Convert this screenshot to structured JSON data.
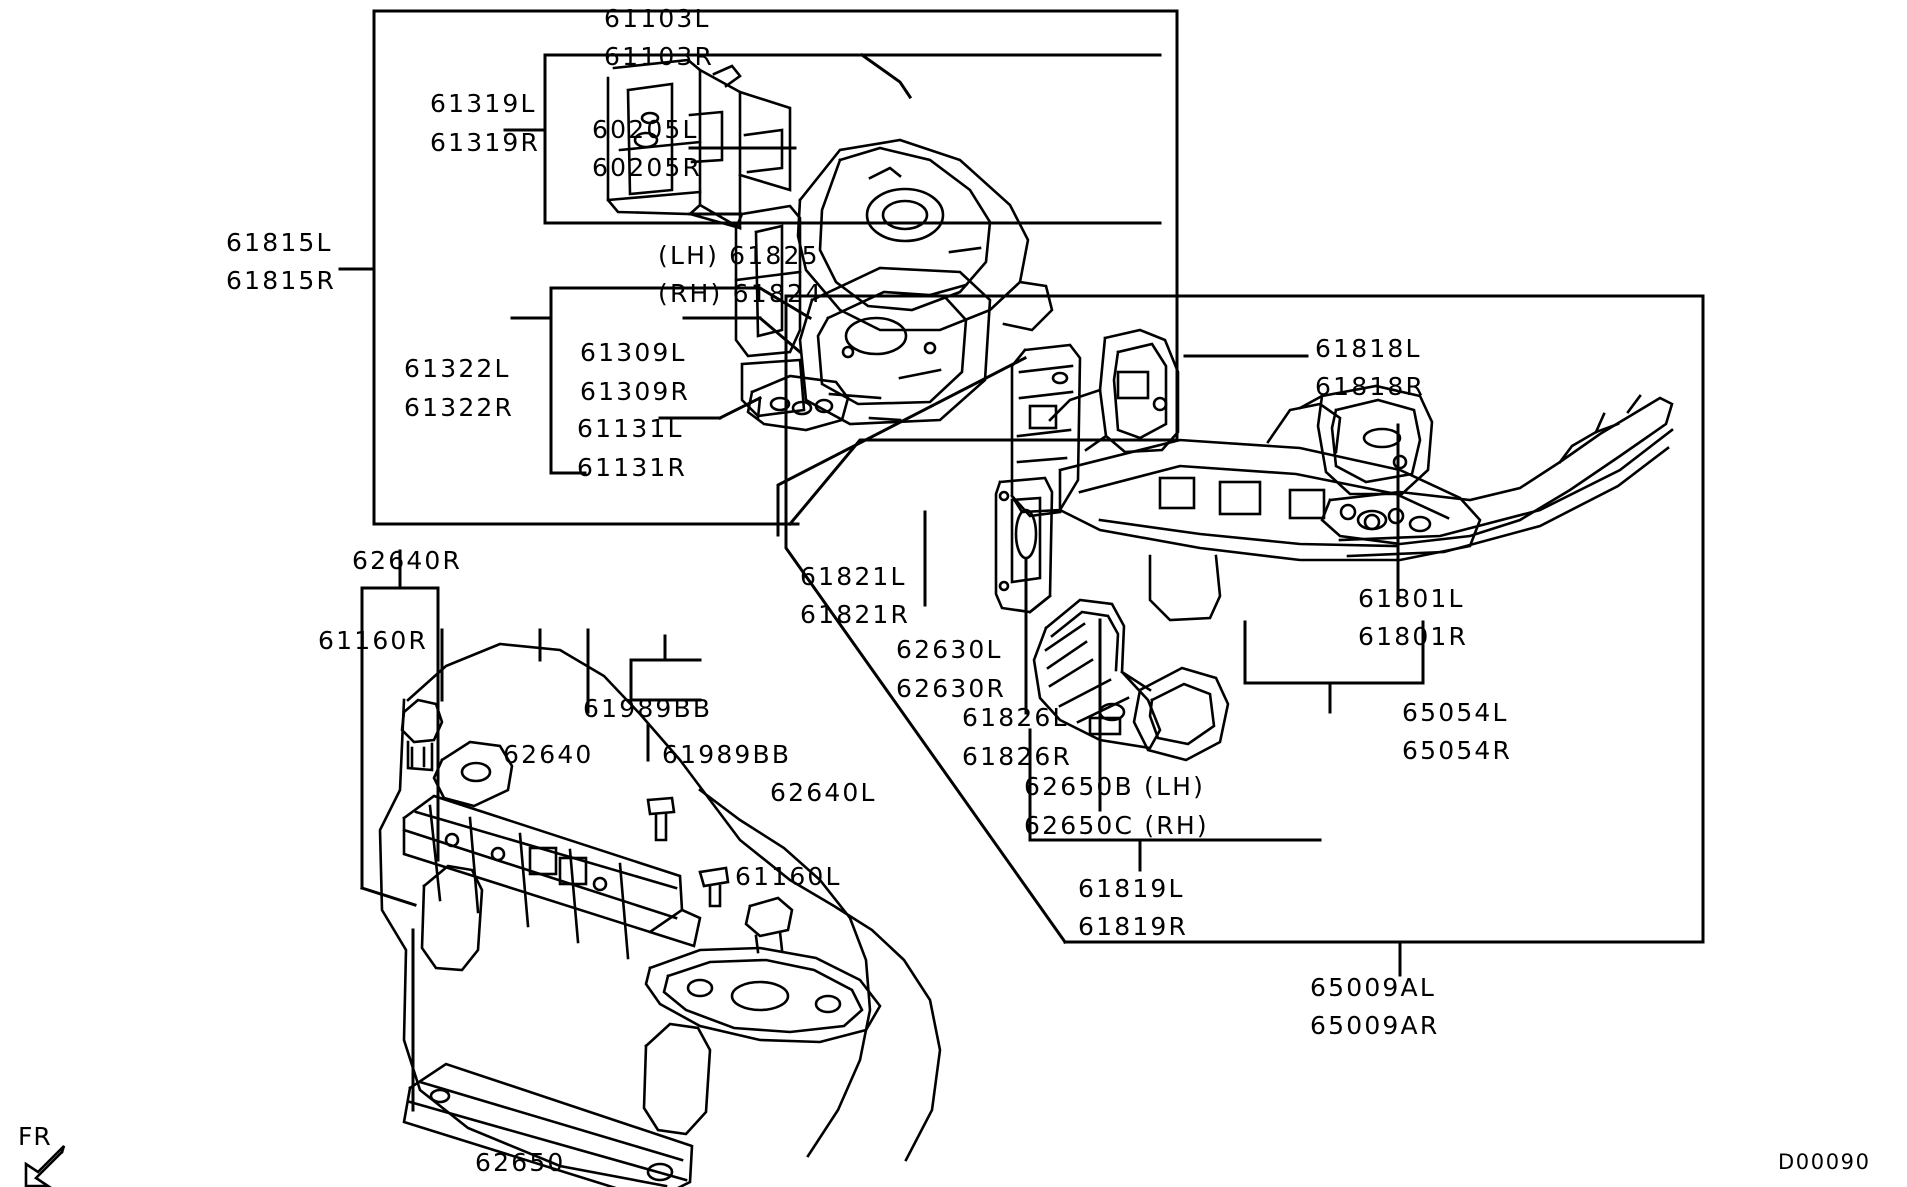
{
  "diagram": {
    "title": "Front Body Structure Parts Diagram",
    "drawing_code": "D00090",
    "orientation_marker": "FR",
    "background_color": "#ffffff",
    "line_color": "#000000"
  },
  "labels": {
    "l61103L": "61103L",
    "l61103R": "61103R",
    "l61319L": "61319L",
    "l61319R": "61319R",
    "l60205L": "60205L",
    "l60205R": "60205R",
    "l61815L": "61815L",
    "l61815R": "61815R",
    "l61825": "(LH) 61825",
    "l61824": "(RH) 61824",
    "l61322L": "61322L",
    "l61322R": "61322R",
    "l61309L": "61309L",
    "l61309R": "61309R",
    "l61131L": "61131L",
    "l61131R": "61131R",
    "l61818L": "61818L",
    "l61818R": "61818R",
    "l61821L": "61821L",
    "l61821R": "61821R",
    "l62630L": "62630L",
    "l62630R": "62630R",
    "l61826L": "61826L",
    "l61826R": "61826R",
    "l61801L": "61801L",
    "l61801R": "61801R",
    "l65054L": "65054L",
    "l65054R": "65054R",
    "l62650B": "62650B (LH)",
    "l62650C": "62650C (RH)",
    "l61819L": "61819L",
    "l61819R": "61819R",
    "l65009AL": "65009AL",
    "l65009AR": "65009AR",
    "l62640R": "62640R",
    "l61160R": "61160R",
    "l61989BB_1": "61989BB",
    "l61989BB_2": "61989BB",
    "l62640": "62640",
    "l62640L": "62640L",
    "l61160L": "61160L",
    "l62650": "62650",
    "fr": "FR",
    "drawing_code": "D00090"
  }
}
